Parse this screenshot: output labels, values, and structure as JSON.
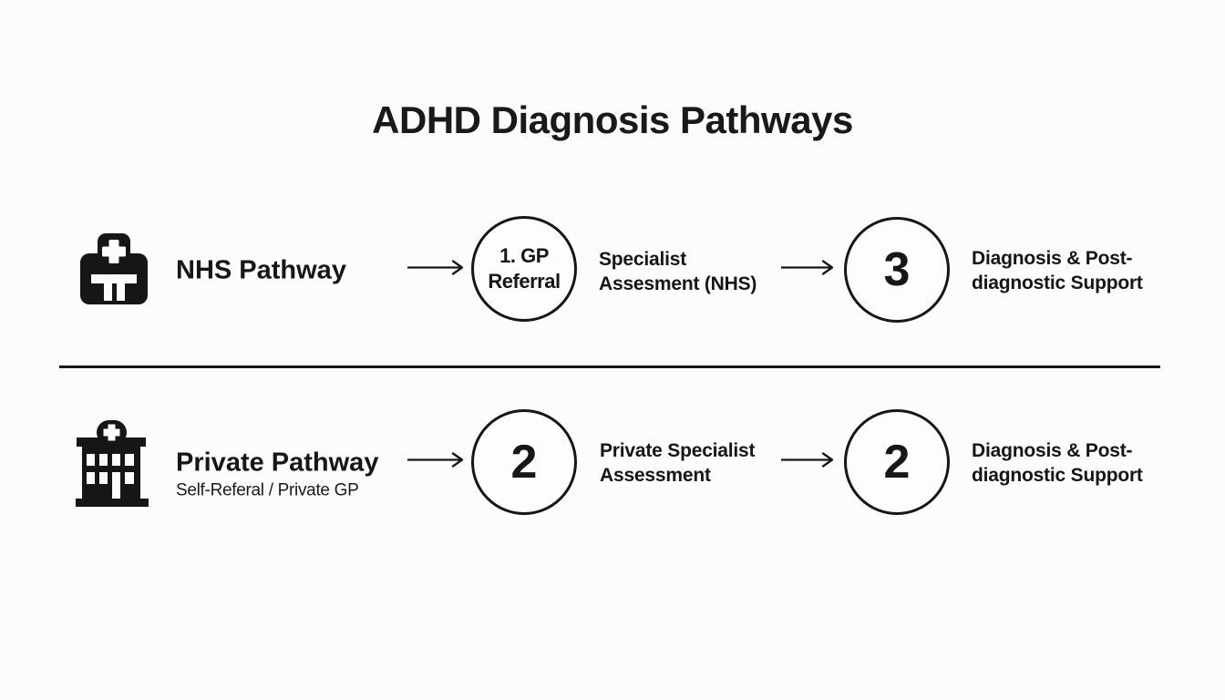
{
  "title": "ADHD Diagnosis Pathways",
  "colors": {
    "ink": "#161616",
    "background": "#fcfcfc",
    "divider": "#191919",
    "circle_border": "#161616"
  },
  "icons": {
    "nhs": "hospital-cross-icon",
    "private": "hospital-building-icon",
    "arrow": "arrow-right-icon"
  },
  "rows": [
    {
      "label": "NHS Pathway",
      "steps": [
        {
          "circle_label": "1. GP\nReferral",
          "caption": "Specialist\nAssesment (NHS)"
        },
        {
          "circle_label": "3",
          "caption": "Diagnosis & Post-\ndiagnostic Support"
        }
      ]
    },
    {
      "label": "Private Pathway",
      "sublabel": "Self-Referal / Private GP",
      "steps": [
        {
          "circle_label": "2",
          "caption": "Private Specialist\nAssessment"
        },
        {
          "circle_label": "2",
          "caption": "Diagnosis & Post-\ndiagnostic Support"
        }
      ]
    }
  ]
}
